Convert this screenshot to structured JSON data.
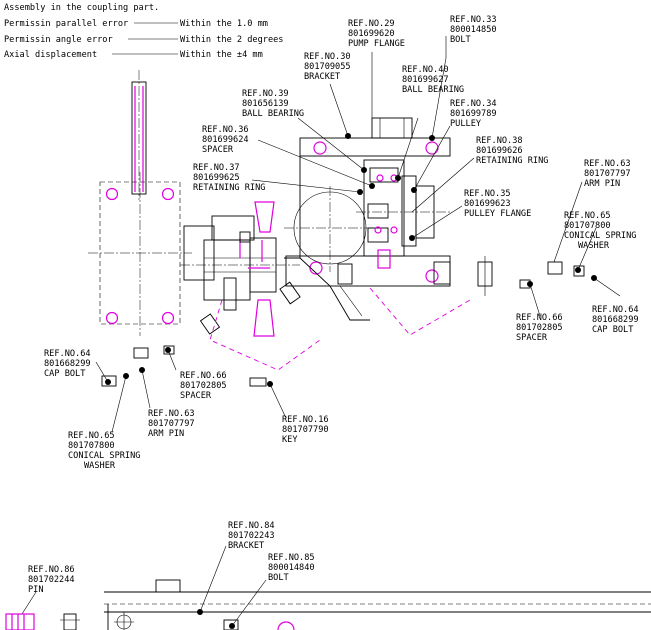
{
  "header": {
    "line1": "Assembly in the coupling part.",
    "line2_label": "Permissin parallel error",
    "line2_value": "Within the 1.0 mm",
    "line3_label": "Permissin angle error",
    "line3_value": "Within the 2 degrees",
    "line4_label": "Axial displacement",
    "line4_value": "Within the ±4 mm"
  },
  "callouts": {
    "ref29": {
      "ref": "REF.NO.29",
      "part": "801699620",
      "name": "PUMP FLANGE"
    },
    "ref33": {
      "ref": "REF.NO.33",
      "part": "800014850",
      "name": "BOLT"
    },
    "ref30": {
      "ref": "REF.NO.30",
      "part": "801709055",
      "name": "BRACKET"
    },
    "ref40": {
      "ref": "REF.NO.40",
      "part": "801699627",
      "name": "BALL BEARING"
    },
    "ref39": {
      "ref": "REF.NO.39",
      "part": "801656139",
      "name": "BALL BEARING"
    },
    "ref34": {
      "ref": "REF.NO.34",
      "part": "801699789",
      "name": "PULLEY"
    },
    "ref36": {
      "ref": "REF.NO.36",
      "part": "801699624",
      "name": "SPACER"
    },
    "ref38": {
      "ref": "REF.NO.38",
      "part": "801699626",
      "name": "RETAINING RING"
    },
    "ref37": {
      "ref": "REF.NO.37",
      "part": "801699625",
      "name": "RETAINING RING"
    },
    "ref35": {
      "ref": "REF.NO.35",
      "part": "801699623",
      "name": "PULLEY FLANGE"
    },
    "ref63r": {
      "ref": "REF.NO.63",
      "part": "801707797",
      "name": "ARM PIN"
    },
    "ref65r": {
      "ref": "REF.NO.65",
      "part": "801707800",
      "name": "CONICAL SPRING",
      "name2": "WASHER"
    },
    "ref64r": {
      "ref": "REF.NO.64",
      "part": "801668299",
      "name": "CAP BOLT"
    },
    "ref66r": {
      "ref": "REF.NO.66",
      "part": "801702805",
      "name": "SPACER"
    },
    "ref64l": {
      "ref": "REF.NO.64",
      "part": "801668299",
      "name": "CAP BOLT"
    },
    "ref66l": {
      "ref": "REF.NO.66",
      "part": "801702805",
      "name": "SPACER"
    },
    "ref63l": {
      "ref": "REF.NO.63",
      "part": "801707797",
      "name": "ARM PIN"
    },
    "ref65l": {
      "ref": "REF.NO.65",
      "part": "801707800",
      "name": "CONICAL SPRING",
      "name2": "WASHER"
    },
    "ref16": {
      "ref": "REF.NO.16",
      "part": "801707790",
      "name": "KEY"
    },
    "ref84": {
      "ref": "REF.NO.84",
      "part": "801702243",
      "name": "BRACKET"
    },
    "ref85": {
      "ref": "REF.NO.85",
      "part": "800014840",
      "name": "BOLT"
    },
    "ref86": {
      "ref": "REF.NO.86",
      "part": "801702244",
      "name": "PIN"
    }
  },
  "colors": {
    "line": "#000000",
    "accent": "#e000e0"
  }
}
